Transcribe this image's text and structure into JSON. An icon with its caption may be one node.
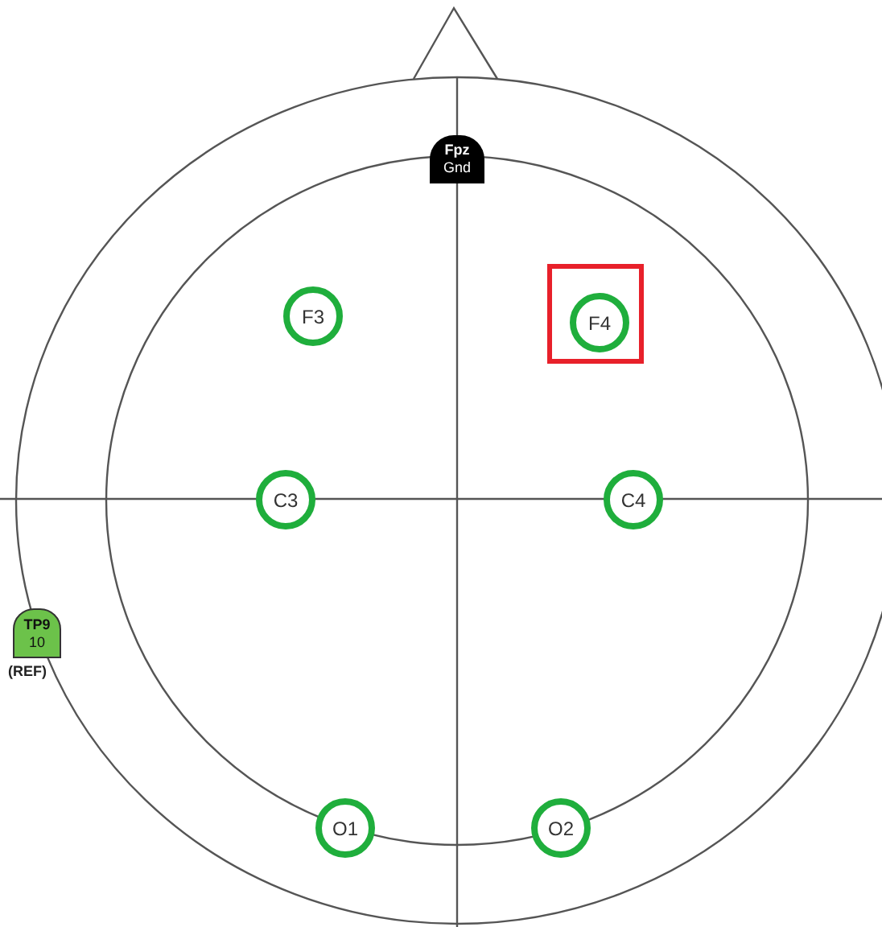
{
  "diagram": {
    "nodes": [
      {
        "text": [
          "Fpz",
          "Gnd"
        ]
      },
      {
        "text": [
          "F3"
        ]
      },
      {
        "text": [],
        "shape": "box"
      },
      {
        "text": [
          "F4"
        ],
        "in": 2
      },
      {
        "text": [
          "C3"
        ]
      },
      {
        "text": [
          "C4"
        ]
      },
      {
        "text": [
          "TP9",
          "10"
        ],
        "beside": [
          "(REF)"
        ]
      },
      {
        "text": [
          "O1"
        ]
      },
      {
        "text": [
          "O2"
        ]
      }
    ],
    "edges": []
  }
}
